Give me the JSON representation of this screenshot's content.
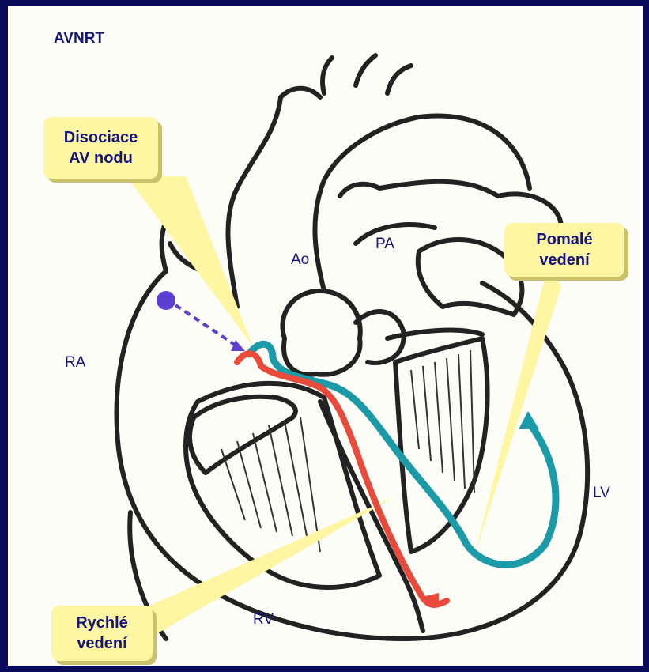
{
  "title": "AVNRT",
  "labels": {
    "ra": "RA",
    "ao": "Ao",
    "pa": "PA",
    "lv": "LV",
    "rv": "RV"
  },
  "callouts": {
    "av_node": {
      "line1": "Disociace",
      "line2": "AV nodu"
    },
    "slow": {
      "line1": "Pomalé",
      "line2": "vedení"
    },
    "fast": {
      "line1": "Rychlé",
      "line2": "vedení"
    }
  },
  "colors": {
    "background": "#0a0a5c",
    "slide": "#fdfdf8",
    "text": "#14147a",
    "callout": "#fff6a3",
    "fast_pathway": "#e84a3c",
    "slow_pathway": "#1b9aa8",
    "impulse": "#5a3fd0"
  }
}
